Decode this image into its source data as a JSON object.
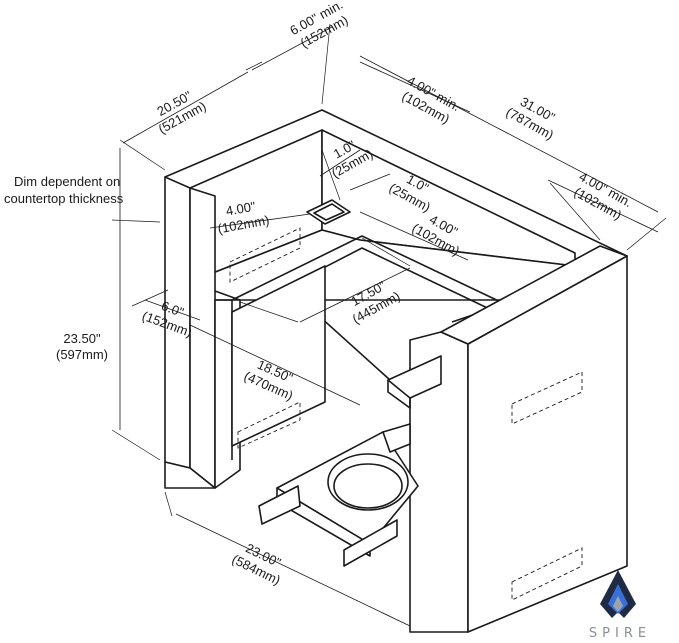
{
  "note": [
    "Dim dependent on",
    "countertop thickness"
  ],
  "dims": {
    "top_depth": [
      "20.50\"",
      "(521mm)"
    ],
    "top_min": [
      "6.00\" min.",
      "(152mm)"
    ],
    "width_total": [
      "31.00\"",
      "(787mm)"
    ],
    "rear_min": [
      "4.00\" min.",
      "(102mm)"
    ],
    "right_min": [
      "4.00\" min.",
      "(102mm)"
    ],
    "inner_a": [
      "1.0\"",
      "(25mm)"
    ],
    "inner_b": [
      "1.0\"",
      "(25mm)"
    ],
    "inner_left": [
      "4.00\"",
      "(102mm)"
    ],
    "inner_right": [
      "4.00\"",
      "(102mm)"
    ],
    "opening": [
      "17.50\"",
      "(445mm)"
    ],
    "front_offset": [
      "6.0\"",
      "(152mm)"
    ],
    "height": [
      "23.50\"",
      "(597mm)"
    ],
    "depth_inner": [
      "18.50\"",
      "(470mm)"
    ],
    "base_width": [
      "23.00\"",
      "(584mm)"
    ]
  },
  "logo": {
    "text": "SPIRE",
    "colors": [
      "#1f2a44",
      "#3b6fd8",
      "#9aa3ad"
    ]
  }
}
